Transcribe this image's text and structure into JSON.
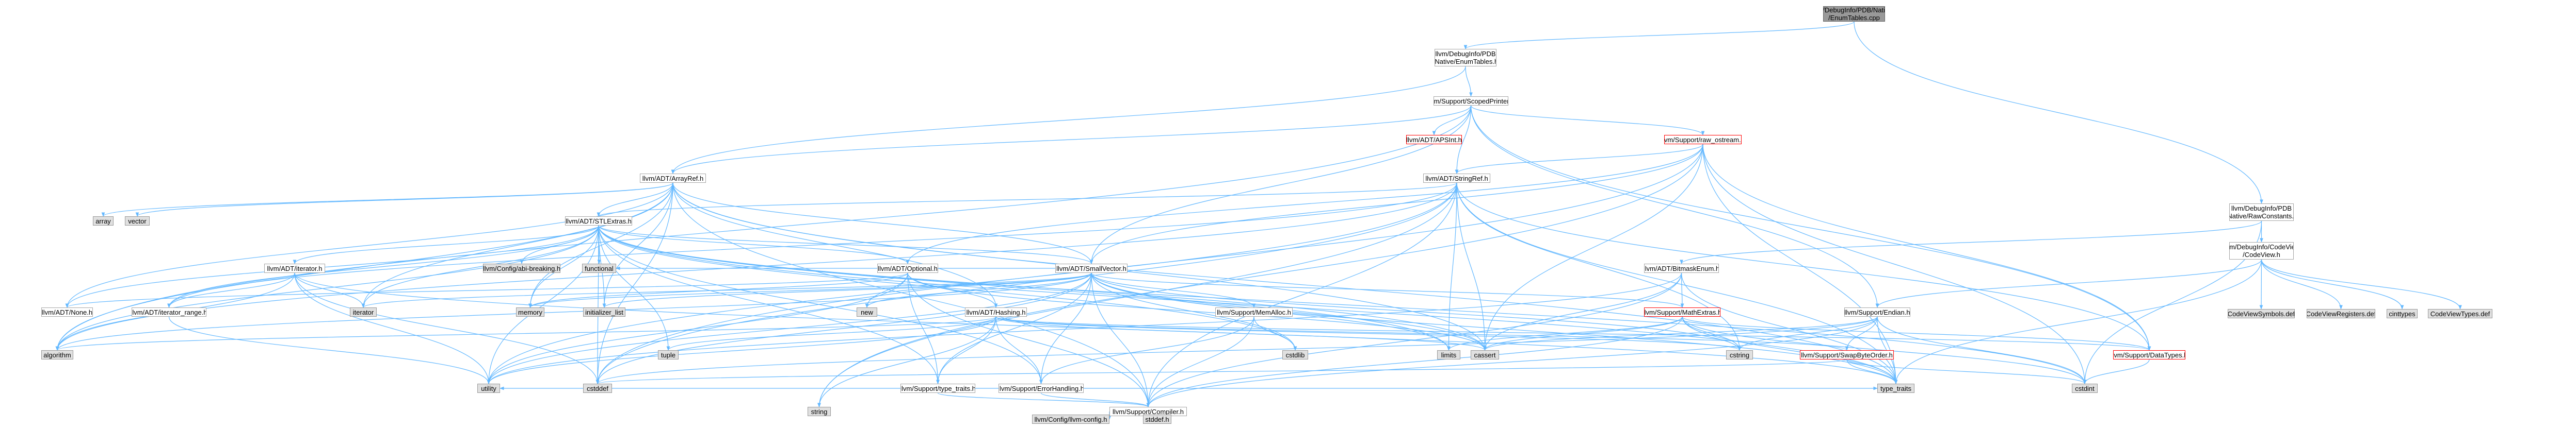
{
  "colors": {
    "edge": "#63b8ff",
    "node_border": "#a6a6a6",
    "node_border_incomplete": "#ff0000",
    "node_fill_system": "#e0e0e0",
    "node_fill_focus": "#999999"
  },
  "nodes": {
    "root": "lib/DebugInfo/PDB/Native\n/EnumTables.cpp",
    "enumtables": "llvm/DebugInfo/PDB\n/Native/EnumTables.h",
    "scopedprinter": "llvm/Support/ScopedPrinter.h",
    "rawconst": "llvm/DebugInfo/PDB\n/Native/RawConstants.h",
    "apsint": "llvm/ADT/APSInt.h",
    "rawostream": "llvm/Support/raw_ostream.h",
    "arrayref": "llvm/ADT/ArrayRef.h",
    "stringref": "llvm/ADT/StringRef.h",
    "codeview": "llvm/DebugInfo/CodeView\n/CodeView.h",
    "stlextras": "llvm/ADT/STLExtras.h",
    "bitmaskenum": "llvm/ADT/BitmaskEnum.h",
    "array": "array",
    "vector": "vector",
    "iterator": "llvm/ADT/iterator.h",
    "configabi": "llvm/Config/abi-breaking.h",
    "functional": "functional",
    "optional": "llvm/ADT/Optional.h",
    "smallvector": "llvm/ADT/SmallVector.h",
    "cvsymbols": "CodeViewSymbols.def",
    "cvregisters": "CodeViewRegisters.def",
    "cinttypes": "cinttypes",
    "cvtypes": "CodeViewTypes.def",
    "none": "llvm/ADT/None.h",
    "iterrange": "llvm/ADT/iterator_range.h",
    "iteratorstd": "iterator",
    "memory": "memory",
    "initlist": "initializer_list",
    "new": "new",
    "hashing": "llvm/ADT/Hashing.h",
    "memalloc": "llvm/Support/MemAlloc.h",
    "mathextras": "llvm/Support/MathExtras.h",
    "endian": "llvm/Support/Endian.h",
    "algorithm": "algorithm",
    "tuple": "tuple",
    "cstdlib": "cstdlib",
    "limits": "limits",
    "cassert": "cassert",
    "cstring": "cstring",
    "datatypes": "llvm/Support/DataTypes.h",
    "typetraits": "llvm/Support/type_traits.h",
    "errorhandling": "llvm/Support/ErrorHandling.h",
    "swapbyteorder": "llvm/Support/SwapByteOrder.h",
    "utility": "utility",
    "cstddef": "cstddef",
    "string": "string",
    "compiler": "llvm/Support/Compiler.h",
    "typetraitsstd": "type_traits",
    "cstdint": "cstdint",
    "llvmconfig": "llvm/Config/llvm-config.h",
    "stddef": "stddef.h"
  }
}
